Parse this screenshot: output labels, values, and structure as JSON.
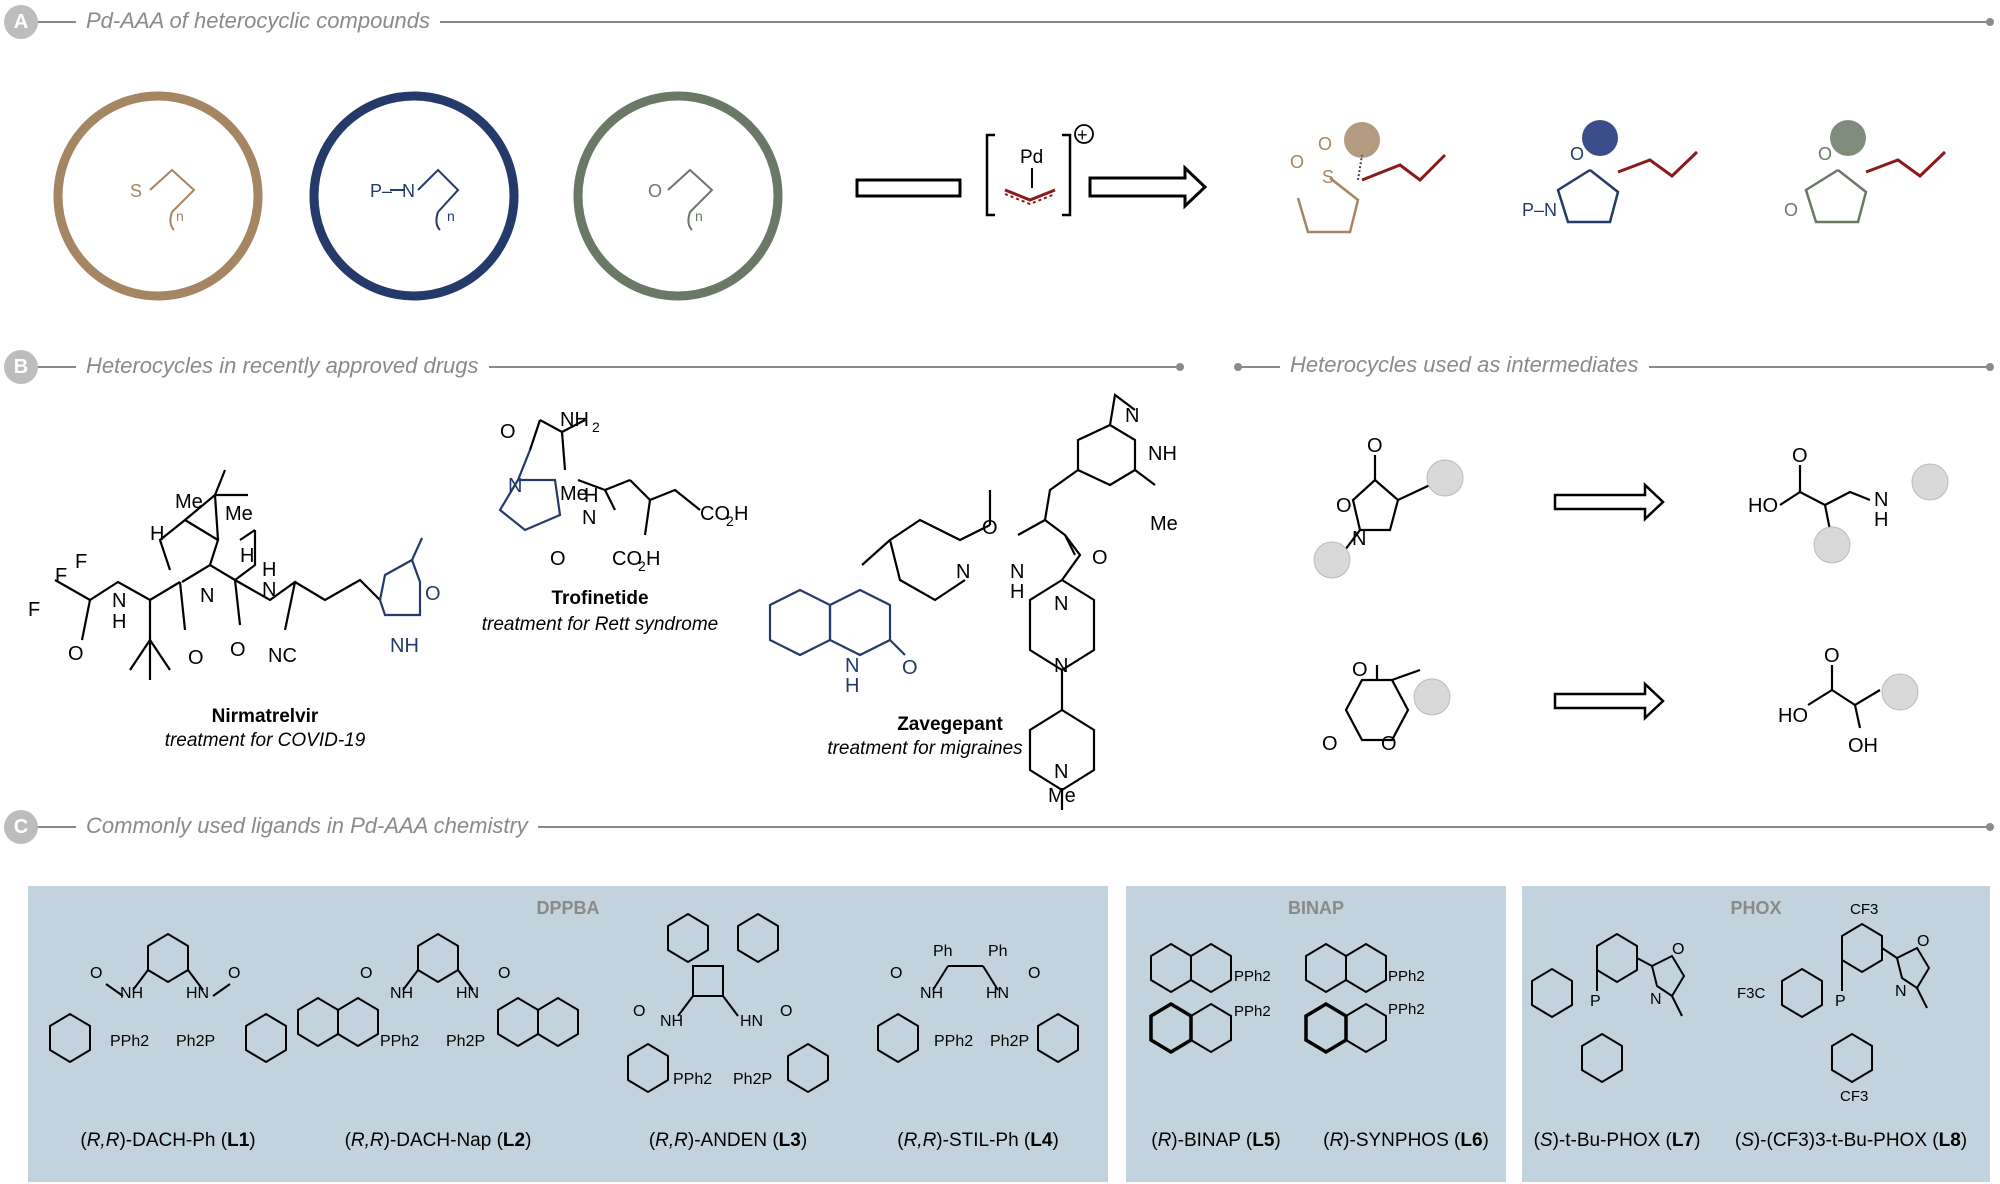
{
  "sections": {
    "a": {
      "badge": "A",
      "title": "Pd-AAA of heterocyclic compounds"
    },
    "b": {
      "badge": "B",
      "title_left": "Heterocycles in recently approved drugs",
      "title_right": "Heterocycles used as intermediates"
    },
    "c": {
      "badge": "C",
      "title": "Commonly used ligands in Pd-AAA chemistry"
    }
  },
  "section_a": {
    "rings": [
      {
        "het": "S",
        "sub": "n",
        "color": "#a58562"
      },
      {
        "het": "N",
        "prefix": "P–",
        "sub": "n",
        "color": "#233a6a"
      },
      {
        "het": "O",
        "sub": "n",
        "color": "#6a7866"
      }
    ],
    "pd_label": "Pd",
    "charge": "+",
    "products": [
      {
        "atoms": [
          "O",
          "O",
          "S"
        ],
        "color": "#a58562"
      },
      {
        "atoms": [
          "O",
          "P–N"
        ],
        "color": "#233a6a"
      },
      {
        "atoms": [
          "O",
          "O"
        ],
        "color": "#6a7866"
      }
    ],
    "allyl_color": "#8b1a1a"
  },
  "drugs": [
    {
      "name": "Nirmatrelvir",
      "use": "treatment for COVID-19",
      "atoms": [
        "F",
        "F",
        "F",
        "O",
        "N",
        "H",
        "O",
        "N",
        "H",
        "H",
        "Me",
        "Me",
        "O",
        "N",
        "H",
        "NC",
        "O",
        "NH"
      ]
    },
    {
      "name": "Trofinetide",
      "use": "treatment for Rett syndrome",
      "atoms": [
        "NH",
        "2",
        "O",
        "N",
        "Me",
        "N",
        "H",
        "CO",
        "2",
        "H",
        "CO",
        "2",
        "H",
        "O"
      ]
    },
    {
      "name": "Zavegepant",
      "use": "treatment for migraines",
      "atoms": [
        "N",
        "NH",
        "Me",
        "O",
        "N",
        "N",
        "H",
        "O",
        "N",
        "N",
        "N",
        "Me",
        "N",
        "H",
        "O"
      ]
    }
  ],
  "intermediates": {
    "rows": [
      {
        "left_atoms": [
          "O",
          "O",
          "N"
        ],
        "right_atoms": [
          "O",
          "HO",
          "N",
          "H"
        ]
      },
      {
        "left_atoms": [
          "O",
          "O",
          "O"
        ],
        "right_atoms": [
          "O",
          "HO",
          "OH"
        ]
      }
    ]
  },
  "ligand_groups": [
    {
      "title": "DPPBA",
      "ligands": [
        {
          "pre": "(",
          "stereo": "R,R",
          "mid": ")-DACH-Ph (",
          "code": "L1",
          "post": ")"
        },
        {
          "pre": "(",
          "stereo": "R,R",
          "mid": ")-DACH-Nap (",
          "code": "L2",
          "post": ")"
        },
        {
          "pre": "(",
          "stereo": "R,R",
          "mid": ")-ANDEN (",
          "code": "L3",
          "post": ")"
        },
        {
          "pre": "(",
          "stereo": "R,R",
          "mid": ")-STIL-Ph (",
          "code": "L4",
          "post": ")"
        }
      ]
    },
    {
      "title": "BINAP",
      "ligands": [
        {
          "pre": "(",
          "stereo": "R",
          "mid": ")-BINAP (",
          "code": "L5",
          "post": ")"
        },
        {
          "pre": "(",
          "stereo": "R",
          "mid": ")-SYNPHOS (",
          "code": "L6",
          "post": ")"
        }
      ]
    },
    {
      "title": "PHOX",
      "ligands": [
        {
          "pre": "(",
          "stereo": "S",
          "mid": ")-t-Bu-PHOX (",
          "code": "L7",
          "post": ")"
        },
        {
          "pre": "(",
          "stereo": "S",
          "mid": ")-(CF3)3-t-Bu-PHOX (",
          "code": "L8",
          "post": ")"
        }
      ]
    }
  ],
  "ligand_atoms": {
    "dppba": [
      "NH",
      "HN",
      "O",
      "O",
      "PPh2",
      "Ph2P"
    ],
    "stil": [
      "Ph",
      "Ph"
    ],
    "binap": [
      "PPh2",
      "PPh2"
    ],
    "phox": [
      "P",
      "N",
      "O",
      "CF3",
      "F3C",
      "CF3"
    ]
  },
  "colors": {
    "ring_s": "#a58562",
    "ring_n": "#233a6a",
    "ring_o": "#6a7866",
    "drug_blue": "#233a6a",
    "allyl_red": "#8b1a1a",
    "panel_bg": "#c2d3dd",
    "rule_gray": "#8a8a8a"
  }
}
